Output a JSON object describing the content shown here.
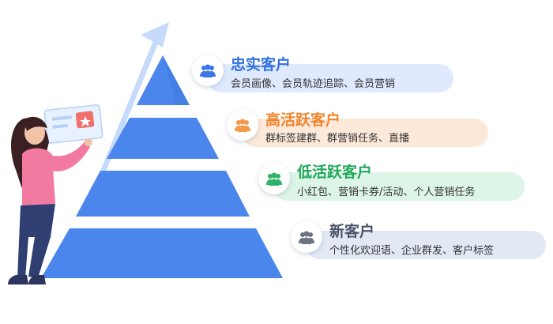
{
  "tiers": [
    {
      "title": "忠实客户",
      "desc": "会员画像、会员轨迹追踪、会员营销",
      "title_color": "#2f6fe0",
      "pill_color": "#dfeaff",
      "icon": "users-group-icon",
      "icon_color": "#3b78e7"
    },
    {
      "title": "高活跃客户",
      "desc": "群标签建群、群营销任务、直播",
      "title_color": "#f0852d",
      "pill_color": "#fde9da",
      "icon": "users-group-icon",
      "icon_color": "#f29a4a"
    },
    {
      "title": "低活跃客户",
      "desc": "小红包、营销卡券/活动、个人营销任务",
      "title_color": "#1fa85b",
      "pill_color": "#dcf5e6",
      "icon": "users-group-icon",
      "icon_color": "#2fb36a"
    },
    {
      "title": "新客户",
      "desc": "个性化欢迎语、企业群发、客户标签",
      "title_color": "#4a5468",
      "pill_color": "#e2e9f5",
      "icon": "users-group-icon",
      "icon_color": "#6b7385"
    }
  ]
}
